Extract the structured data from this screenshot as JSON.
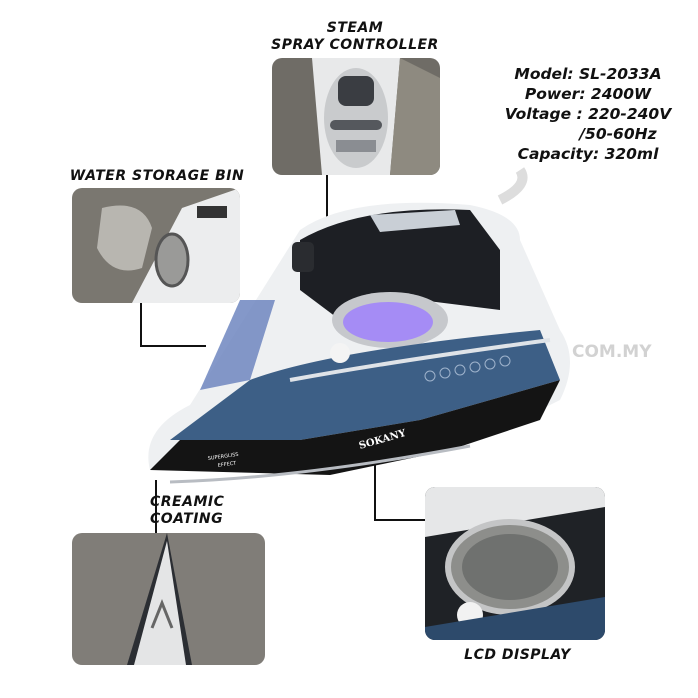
{
  "labels": {
    "steam_line1": "STEAM",
    "steam_line2": "SPRAY CONTROLLER",
    "water": "WATER STORAGE BIN",
    "ceramic_line1": "CREAMIC",
    "ceramic_line2": "COATING",
    "lcd": "LCD DISPLAY"
  },
  "specs": [
    "Model: SL-2033A",
    "Power: 2400W",
    "Voltage : 220-240V",
    "/50-60Hz",
    "Capacity: 320ml"
  ],
  "iron": {
    "brand": "SOKANY",
    "sole_text_1": "SUPERGLISS",
    "sole_text_2": "EFFECT"
  },
  "watermark": "COM.MY",
  "colors": {
    "accent_blue": "#3d5f86",
    "purple_glow": "#a58cf5",
    "black": "#141414"
  }
}
